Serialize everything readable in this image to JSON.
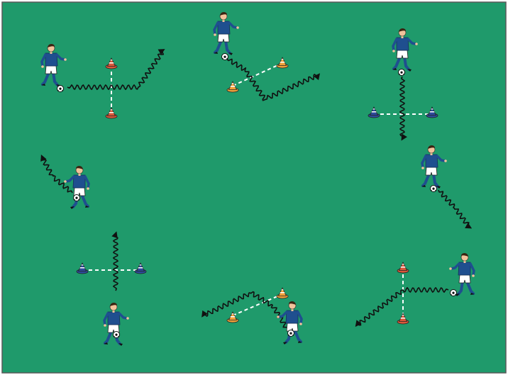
{
  "diagram": {
    "colors": {
      "pitch": "#1f9a6b",
      "pitch_border": "#5a5a5a",
      "jersey": "#1f4f8f",
      "shorts": "#ffffff",
      "skin": "#f2c39b",
      "hair": "#3a2412",
      "boot": "#111111",
      "dribble_line": "#111111",
      "gate_line": "#ffffff",
      "cone_red": "#d9583a",
      "cone_orange": "#f0a23a",
      "cone_blue": "#2d4a9a",
      "cone_stripe": "#ffffff"
    },
    "cone_colors_by_drill": [
      "red",
      "orange",
      "blue",
      "blue",
      "red",
      "orange"
    ],
    "icon_names": [
      "player-icon",
      "ball-icon",
      "cone-icon",
      "dribble-arrow-icon",
      "gate-line-icon"
    ]
  }
}
